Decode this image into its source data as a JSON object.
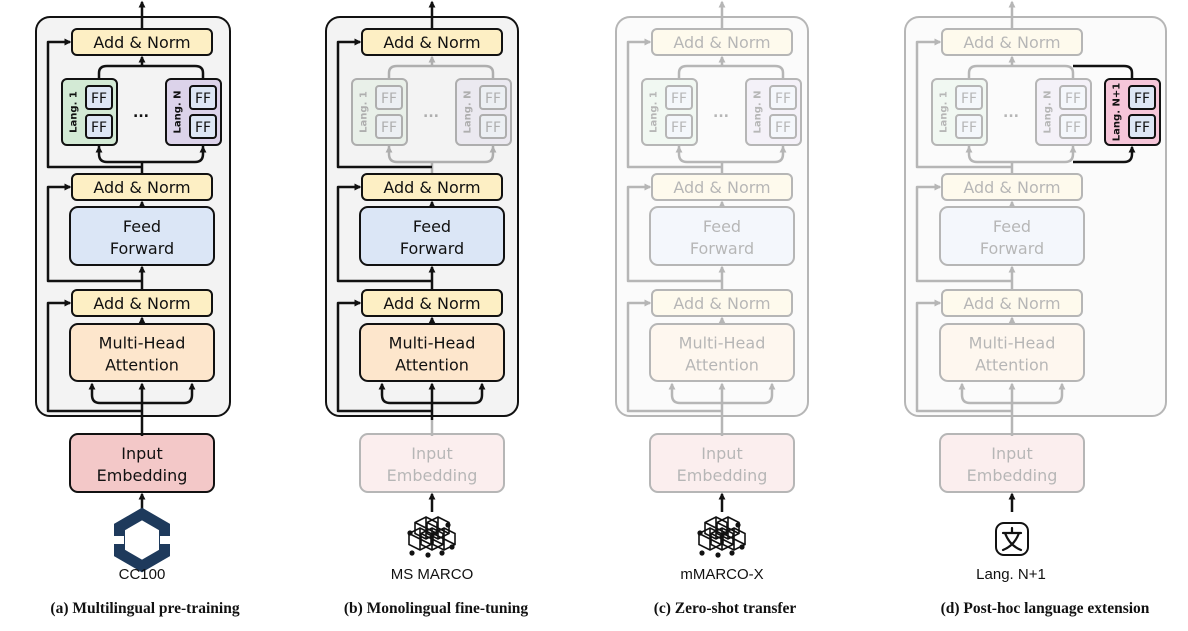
{
  "blocks": {
    "add_norm": "Add & Norm",
    "feed_forward": [
      "Feed",
      "Forward"
    ],
    "multi_head_attention": [
      "Multi-Head",
      "Attention"
    ],
    "input_embedding": [
      "Input",
      "Embedding"
    ],
    "ff": "FF",
    "ellipsis": "..."
  },
  "adapters": {
    "lang_1": "Lang. 1",
    "lang_n": "Lang. N",
    "lang_n1": "Lang. N+1"
  },
  "panels": [
    {
      "caption": "(a) Multilingual pre-training",
      "source_label": "CC100",
      "source_icon": "hexagon-logo-icon",
      "active": true,
      "adapters_active": true,
      "adapter_n1": false
    },
    {
      "caption": "(b) Monolingual fine-tuning",
      "source_label": "MS MARCO",
      "source_icon": "cube-network-icon",
      "active": true,
      "adapters_active": false,
      "adapter_n1": false
    },
    {
      "caption": "(c) Zero-shot transfer",
      "source_label": "mMARCO-X",
      "source_icon": "cube-network-icon",
      "active": false,
      "adapters_active": false,
      "adapter_n1": false
    },
    {
      "caption": "(d) Post-hoc language extension",
      "source_label": "Lang. N+1",
      "source_icon": "language-character-icon",
      "active": false,
      "adapters_active": false,
      "adapter_n1": true
    }
  ],
  "colors": {
    "add_norm": "#fdefc4",
    "feed_forward": "#dbe6f6",
    "attention": "#fde6cc",
    "embedding": "#f3c8c8",
    "lang_1": "#d3ead5",
    "lang_n": "#dcd3ea",
    "lang_n1": "#f6c6d9",
    "ff_box": "#dde6f4",
    "panel_bg": "#f3f3f3",
    "cc100_logo": "#1e3a5c"
  }
}
